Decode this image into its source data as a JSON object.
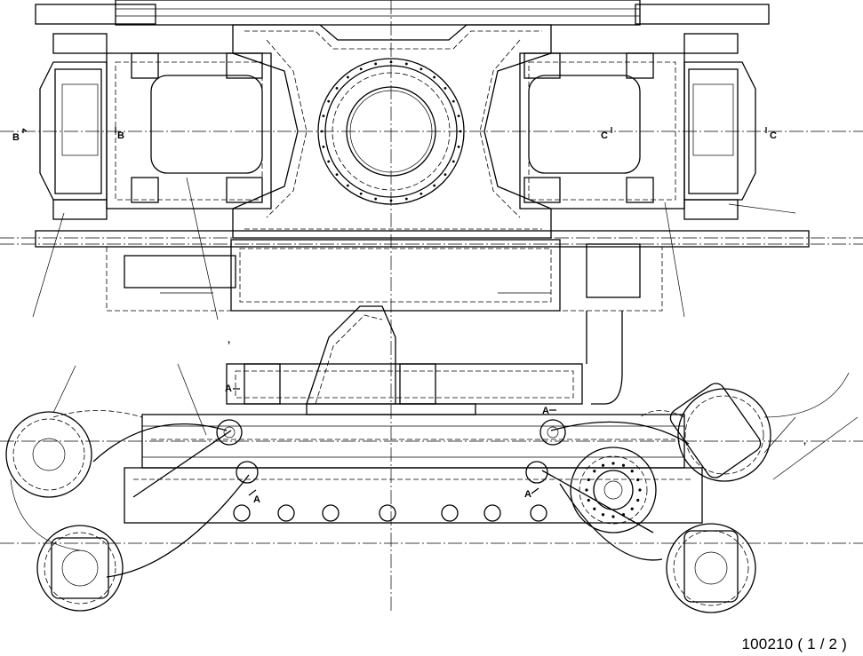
{
  "drawing": {
    "reference": "100210 ( 1 / 2 )",
    "labels": {
      "B_left": "B",
      "B_inner": "B",
      "C_inner": "C",
      "C_right": "C",
      "A1": "A",
      "A2": "A",
      "A3": "A",
      "A4": "A",
      "tick1": ",",
      "tick2": ","
    },
    "line_color": "#000000",
    "background": "#ffffff"
  }
}
